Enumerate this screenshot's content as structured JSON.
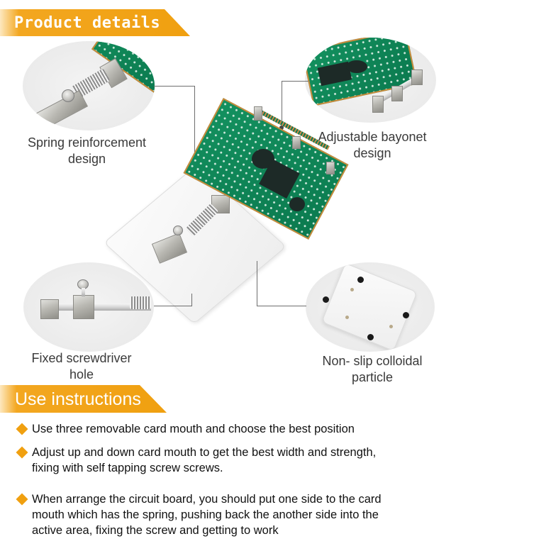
{
  "sections": {
    "product_details": {
      "title": "Product details"
    },
    "use_instructions": {
      "title": "Use instructions"
    }
  },
  "features": [
    {
      "id": "spring",
      "label_line1": "Spring reinforcement",
      "label_line2": "design",
      "image": "spring-clamp-closeup"
    },
    {
      "id": "bayonet",
      "label_line1": "Adjustable bayonet",
      "label_line2": "design",
      "image": "bayonet-rail-closeup"
    },
    {
      "id": "fixed",
      "label_line1": "Fixed screwdriver",
      "label_line2": "hole",
      "image": "screwdriver-hole-closeup"
    },
    {
      "id": "nonslip",
      "label_line1": "Non- slip colloidal",
      "label_line2": "particle",
      "image": "nonslip-feet-closeup"
    }
  ],
  "main_image": "pcb-holder-with-circuit-board",
  "instructions": [
    {
      "line1": "Use three removable card mouth and choose the best position"
    },
    {
      "line1": "Adjust up and down card mouth to get the best width and strength,",
      "line2": "fixing with self tapping screw screws."
    },
    {
      "line1": "When arrange the circuit board, you should put one side to the card",
      "line2": "mouth which has the spring, pushing back the another side into the",
      "line3": "active area, fixing the screw and getting to work"
    }
  ],
  "colors": {
    "accent": "#f0a010",
    "label_text": "#3a3a3a",
    "body_text": "#111111",
    "connector_line": "#6e6e6e"
  }
}
